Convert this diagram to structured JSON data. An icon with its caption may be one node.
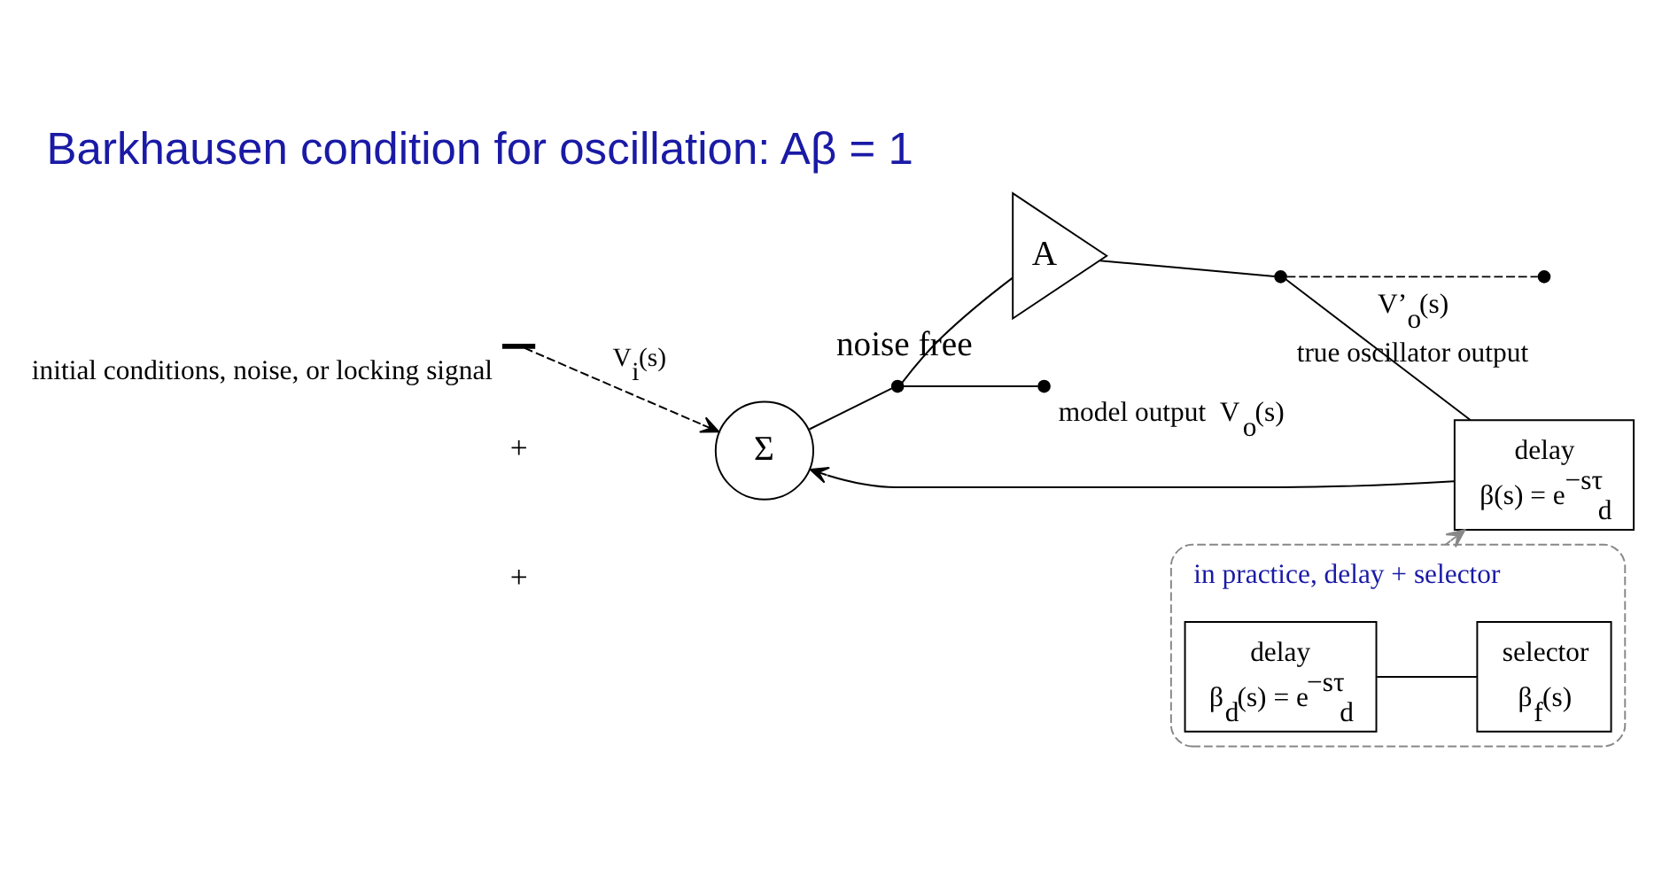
{
  "diagram": {
    "title": "Barkhausen condition for oscillation: Aβ = 1",
    "nodes": [
      {
        "text": [],
        "shape": "bar",
        "beside": [
          "initial conditions, noise, or locking signal"
        ]
      },
      {
        "text": [
          "Σ"
        ]
      },
      {
        "text": [],
        "shape": "circle"
      },
      {
        "text": [
          "A"
        ],
        "beside": [
          "noise free"
        ]
      },
      {
        "text": [],
        "shape": "circle"
      },
      {
        "text": [],
        "shape": "circle",
        "beside": [
          "model output  V$_{o}$(s)"
        ]
      },
      {
        "text": [],
        "shape": "circle",
        "beside": [
          "V’$_{o}$(s)",
          "true oscillator output"
        ]
      },
      {
        "text": [
          "delay",
          "β(s) = e$^{−sτ}$$_{d}$"
        ]
      },
      {
        "text": [
          "in practice, delay + selector"
        ]
      },
      {
        "text": [
          "delay",
          "β$_{d}$(s) = e$^{−sτ}$$_{d}$"
        ],
        "in": 8
      },
      {
        "text": [
          "selector",
          "β$_{f}$(s)"
        ],
        "in": 8
      }
    ],
    "edges": [
      {
        "from": 0,
        "to": 1,
        "arrow": "to",
        "style": "dashed",
        "label": "V$_{i}$(s)"
      },
      {
        "from": 1,
        "to": 2,
        "arrow": "none"
      },
      {
        "from": 2,
        "to": 3,
        "arrow": "none"
      },
      {
        "from": 3,
        "to": 4,
        "arrow": "none"
      },
      {
        "from": 2,
        "to": 5,
        "arrow": "none"
      },
      {
        "from": 4,
        "to": 6,
        "arrow": "none",
        "style": "dashed"
      },
      {
        "from": 4,
        "to": 7,
        "arrow": "none"
      },
      {
        "from": 7,
        "to": 1,
        "arrow": "to"
      },
      {
        "from": 9,
        "to": 10,
        "arrow": "none"
      },
      {
        "from": 8,
        "to": 7,
        "arrow": "to",
        "color": "#888888"
      }
    ],
    "labels": [
      "+",
      "+"
    ]
  }
}
